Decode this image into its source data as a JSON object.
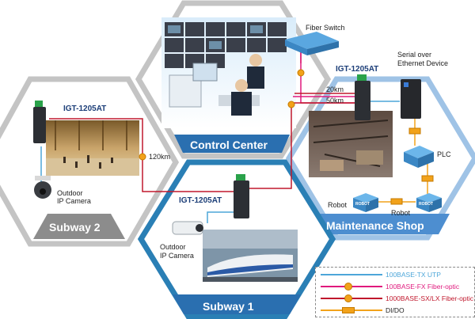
{
  "hexagons": {
    "control_center": "Control Center",
    "subway2": "Subway 2",
    "subway1": "Subway 1",
    "maintenance_shop": "Maintenance Shop"
  },
  "devices": {
    "igt_subway2": "IGT-1205AT",
    "igt_control": "IGT-1205AT",
    "igt_subway1": "IGT-1205AT",
    "fiber_switch": "Fiber Switch",
    "serial_device_line1": "Serial over",
    "serial_device_line2": "Ethernet Device",
    "plc": "PLC",
    "robot_left": "Robot",
    "robot_center": "Robot",
    "robot_box_left": "ROBOT",
    "robot_box_right": "ROBOT"
  },
  "cameras": {
    "subway2_line1": "Outdoor",
    "subway2_line2": "IP Camera",
    "subway1_line1": "Outdoor",
    "subway1_line2": "IP Camera"
  },
  "distances": {
    "d120": "120km",
    "d20": "20km",
    "d50": "50km"
  },
  "legend": [
    {
      "label": "100BASE-TX UTP",
      "color": "#4da6d9",
      "marker": "none"
    },
    {
      "label": "100BASE-FX Fiber-optic",
      "color": "#e0197d",
      "marker": "circle"
    },
    {
      "label": "1000BASE-SX/LX Fiber-optic",
      "color": "#c0182d",
      "marker": "circle"
    },
    {
      "label": "DI/DO",
      "color": "#f2a21a",
      "marker": "rect"
    }
  ],
  "colors": {
    "hex_border": "#c9c9c9",
    "hex_caption_control": "#2a6fb0",
    "hex_caption_subway": "#8c8c8c",
    "hex_caption_maintenance": "#4d8ed0",
    "fiber_red": "#c0182d",
    "fiber_magenta": "#e0197d",
    "utp_blue": "#4da6d9",
    "dio_orange": "#f2a21a"
  }
}
